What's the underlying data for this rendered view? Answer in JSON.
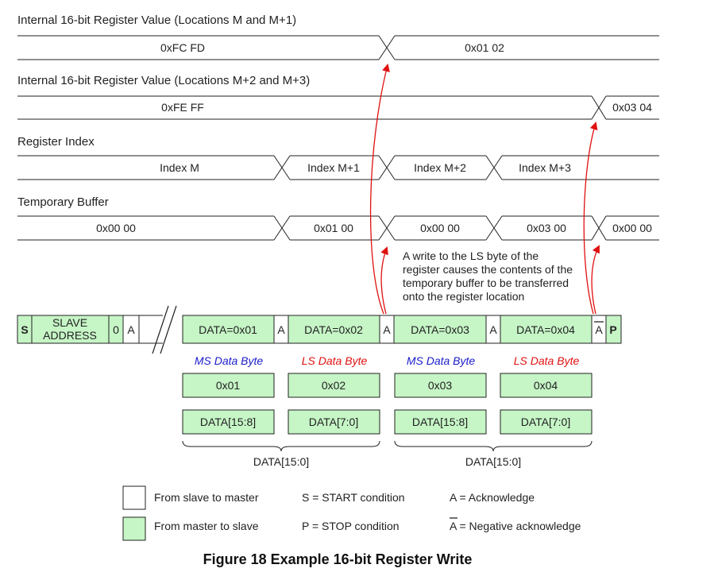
{
  "timing": [
    {
      "title": "Internal 16-bit Register Value (Locations M and M+1)",
      "values": [
        "0xFC FD",
        "0x01 02"
      ]
    },
    {
      "title": "Internal 16-bit Register Value (Locations M+2 and M+3)",
      "values": [
        "0xFE FF",
        "0x03 04"
      ]
    },
    {
      "title": "Register Index",
      "values": [
        "Index M",
        "Index M+1",
        "Index M+2",
        "Index M+3"
      ]
    },
    {
      "title": "Temporary Buffer",
      "values": [
        "0x00 00",
        "0x01 00",
        "0x00 00",
        "0x03 00",
        "0x00 00"
      ]
    }
  ],
  "annotation": [
    "A write to the LS byte of the",
    "register causes the contents of the",
    "temporary buffer to be transferred",
    "onto the register location"
  ],
  "bus": {
    "start": "S",
    "slave_address": [
      "SLAVE",
      "ADDRESS"
    ],
    "rw": "0",
    "ack": "A",
    "data": [
      "DATA=0x01",
      "DATA=0x02",
      "DATA=0x03",
      "DATA=0x04"
    ],
    "nack": "A",
    "stop": "P"
  },
  "byte_labels": [
    "MS Data Byte",
    "LS Data Byte",
    "MS Data Byte",
    "LS Data Byte"
  ],
  "byte_values": [
    "0x01",
    "0x02",
    "0x03",
    "0x04"
  ],
  "bit_ranges": [
    "DATA[15:8]",
    "DATA[7:0]",
    "DATA[15:8]",
    "DATA[7:0]"
  ],
  "word_labels": [
    "DATA[15:0]",
    "DATA[15:0]"
  ],
  "legend": {
    "slave_to_master": "From slave to master",
    "master_to_slave": "From master to slave",
    "start": "S = START condition",
    "stop": "P = STOP condition",
    "ack": "A = Acknowledge",
    "nack": "A = Negative acknowledge"
  },
  "colors": {
    "master_fill": "#c6f5c6",
    "arrow": "#e01010",
    "ms_label": "#1a1acc",
    "ls_label": "#e01010"
  },
  "caption": "Figure 18 Example 16-bit Register Write"
}
